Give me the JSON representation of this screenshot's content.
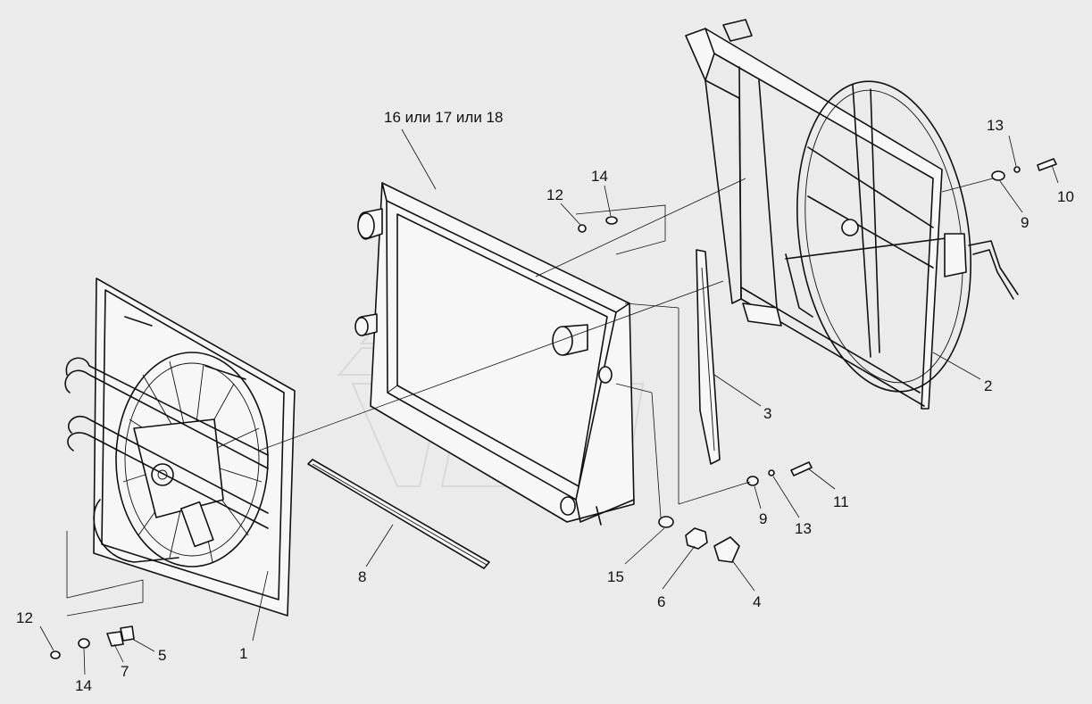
{
  "callouts": [
    {
      "id": "c-1",
      "text": "1"
    },
    {
      "id": "c-2",
      "text": "2"
    },
    {
      "id": "c-3",
      "text": "3"
    },
    {
      "id": "c-4",
      "text": "4"
    },
    {
      "id": "c-5",
      "text": "5"
    },
    {
      "id": "c-6",
      "text": "6"
    },
    {
      "id": "c-7",
      "text": "7"
    },
    {
      "id": "c-8",
      "text": "8"
    },
    {
      "id": "c-9a",
      "text": "9"
    },
    {
      "id": "c-9b",
      "text": "9"
    },
    {
      "id": "c-10",
      "text": "10"
    },
    {
      "id": "c-11",
      "text": "11"
    },
    {
      "id": "c-12a",
      "text": "12"
    },
    {
      "id": "c-12b",
      "text": "12"
    },
    {
      "id": "c-13a",
      "text": "13"
    },
    {
      "id": "c-13b",
      "text": "13"
    },
    {
      "id": "c-14a",
      "text": "14"
    },
    {
      "id": "c-14b",
      "text": "14"
    },
    {
      "id": "c-15",
      "text": "15"
    },
    {
      "id": "c-16",
      "text": "16 или 17 или 18"
    }
  ]
}
